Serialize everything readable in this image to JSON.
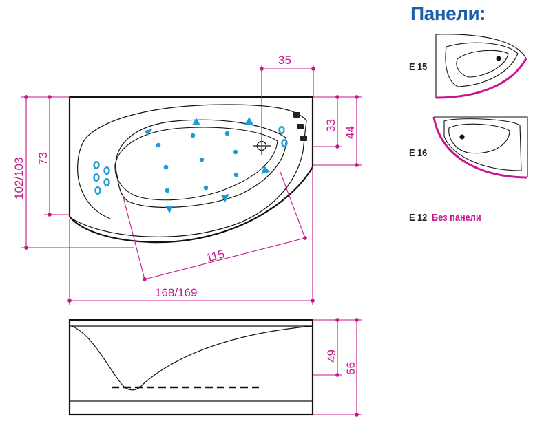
{
  "dimensions": {
    "width_total": "168/169",
    "length_inner": "115",
    "width_left": "102/103",
    "width_inner": "73",
    "tap_offset": "35",
    "tap_depth_small": "33",
    "tap_depth_large": "44",
    "height_inner": "49",
    "height_total": "66"
  },
  "panels": {
    "title": "Панели:",
    "items": [
      {
        "code": "E 15",
        "note": ""
      },
      {
        "code": "E 16",
        "note": ""
      },
      {
        "code": "E 12",
        "note": "Без панели"
      }
    ]
  },
  "colors": {
    "dimension": "#c8168c",
    "jets": "#1e9ad6",
    "title": "#1b5fa8"
  }
}
